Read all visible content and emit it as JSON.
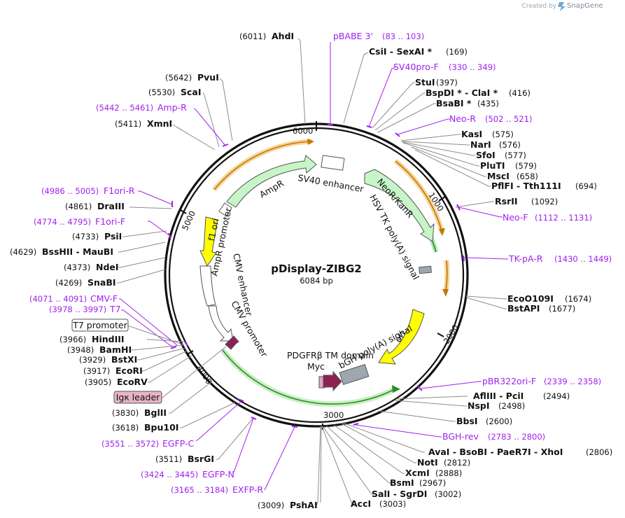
{
  "header": {
    "credit_prefix": "Created by",
    "credit_brand": "SnapGene"
  },
  "map": {
    "name": "pDisplay-ZIBG2",
    "length": "6084 bp"
  },
  "ticks": [
    "1000",
    "2000",
    "3000",
    "4000",
    "5000",
    "6000"
  ],
  "features": {
    "sv40_enhancer": "SV40 enhancer",
    "neor": "NeoR/KanR",
    "hsv": "HSV TK poly(A) signal",
    "ori": "ori",
    "bgh": "bGH poly(A) signal",
    "pdgfr": "PDGFRβ TM domain",
    "myc": "Myc",
    "cmv_promoter": "CMV promoter",
    "cmv_enhancer": "CMV enhancer",
    "ampr_promoter": "AmpR promoter",
    "f1ori": "f1 ori",
    "ampr": "AmpR"
  },
  "boxed_labels": {
    "t7_promoter": "T7 promoter",
    "igk_leader": "Igκ leader"
  },
  "sites_right": [
    {
      "name": "CsiI  -  SexAI *",
      "pos": "(169)"
    },
    {
      "name": "StuI",
      "pos": "(397)"
    },
    {
      "name": "BspDI *  -  ClaI *",
      "pos": "(416)"
    },
    {
      "name": "BsaBI *",
      "pos": "(435)"
    },
    {
      "name": "KasI",
      "pos": "(575)"
    },
    {
      "name": "NarI",
      "pos": "(576)"
    },
    {
      "name": "SfoI",
      "pos": "(577)"
    },
    {
      "name": "PluTI",
      "pos": "(579)"
    },
    {
      "name": "MscI",
      "pos": "(658)"
    },
    {
      "name": "PflFI  -  Tth111I",
      "pos": "(694)"
    },
    {
      "name": "RsrII",
      "pos": "(1092)"
    },
    {
      "name": "EcoO109I",
      "pos": "(1674)"
    },
    {
      "name": "BstAPI",
      "pos": "(1677)"
    },
    {
      "name": "AflIII  -  PciI",
      "pos": "(2494)"
    },
    {
      "name": "NspI",
      "pos": "(2498)"
    },
    {
      "name": "BbsI",
      "pos": "(2600)"
    },
    {
      "name": "AvaI  -  BsoBI  -  PaeR7I  -  XhoI",
      "pos": "(2806)"
    },
    {
      "name": "NotI",
      "pos": "(2812)"
    },
    {
      "name": "XcmI",
      "pos": "(2888)"
    },
    {
      "name": "BsmI",
      "pos": "(2967)"
    },
    {
      "name": "SalI  -  SgrDI",
      "pos": "(3002)"
    },
    {
      "name": "AccI",
      "pos": "(3003)"
    }
  ],
  "sites_left": [
    {
      "name": "AhdI",
      "pos": "(6011)"
    },
    {
      "name": "PvuI",
      "pos": "(5642)"
    },
    {
      "name": "ScaI",
      "pos": "(5530)"
    },
    {
      "name": "XmnI",
      "pos": "(5411)"
    },
    {
      "name": "DraIII",
      "pos": "(4861)"
    },
    {
      "name": "PsiI",
      "pos": "(4733)"
    },
    {
      "name": "BssHII  -  MauBI",
      "pos": "(4629)"
    },
    {
      "name": "NdeI",
      "pos": "(4373)"
    },
    {
      "name": "SnaBI",
      "pos": "(4269)"
    },
    {
      "name": "HindIII",
      "pos": "(3966)"
    },
    {
      "name": "BamHI",
      "pos": "(3948)"
    },
    {
      "name": "BstXI",
      "pos": "(3929)"
    },
    {
      "name": "EcoRI",
      "pos": "(3917)"
    },
    {
      "name": "EcoRV",
      "pos": "(3905)"
    },
    {
      "name": "BglII",
      "pos": "(3830)"
    },
    {
      "name": "Bpu10I",
      "pos": "(3618)"
    },
    {
      "name": "BsrGI",
      "pos": "(3511)"
    },
    {
      "name": "PshAI",
      "pos": "(3009)"
    }
  ],
  "primers": [
    {
      "name": "pBABE 3'",
      "pos": "(83 .. 103)"
    },
    {
      "name": "SV40pro-F",
      "pos": "(330 .. 349)"
    },
    {
      "name": "Neo-R",
      "pos": "(502 .. 521)"
    },
    {
      "name": "Neo-F",
      "pos": "(1112 .. 1131)"
    },
    {
      "name": "TK-pA-R",
      "pos": "(1430 .. 1449)"
    },
    {
      "name": "pBR322ori-F",
      "pos": "(2339 .. 2358)"
    },
    {
      "name": "BGH-rev",
      "pos": "(2783 .. 2800)"
    },
    {
      "name": "Amp-R",
      "pos": "(5442 .. 5461)"
    },
    {
      "name": "F1ori-R",
      "pos": "(4986 .. 5005)"
    },
    {
      "name": "F1ori-F",
      "pos": "(4774 .. 4795)"
    },
    {
      "name": "CMV-F",
      "pos": "(4071 .. 4091)"
    },
    {
      "name": "T7",
      "pos": "(3978 .. 3997)"
    },
    {
      "name": "EGFP-C",
      "pos": "(3551 .. 3572)"
    },
    {
      "name": "EGFP-N",
      "pos": "(3424 .. 3445)"
    },
    {
      "name": "EXFP-R",
      "pos": "(3165 .. 3184)"
    }
  ],
  "colors": {
    "backbone": "#111111",
    "orange_feature": "#f0a030",
    "green_feature": "#4caf50",
    "light_green": "#c8f5c8",
    "yellow": "#ffff00",
    "purple_primer": "#a020f0",
    "maroon": "#8b2252",
    "gray_box": "#9ea7b0",
    "igk_fill": "#e8b4c8"
  }
}
